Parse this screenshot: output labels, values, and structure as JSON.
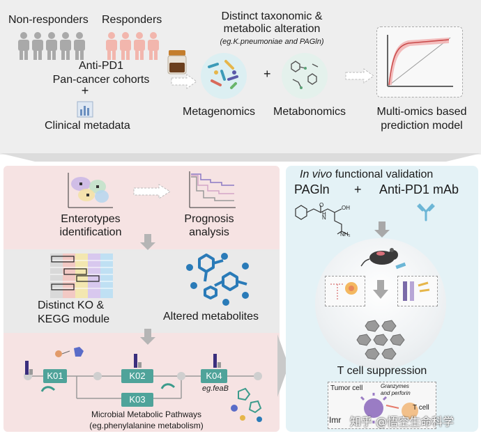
{
  "top": {
    "non_responders": "Non-responders",
    "responders": "Responders",
    "cohort_line1": "Anti-PD1",
    "cohort_line2": "Pan-cancer cohorts",
    "plus": "+",
    "clinical": "Clinical metadata",
    "distinct_line1": "Distinct taxonomic &",
    "distinct_line2": "metabolic alteration",
    "distinct_example": "(eg.K.pneumoniae and PAGln)",
    "metagenomics": "Metagenomics",
    "metabonomics": "Metabonomics",
    "model_line1": "Multi-omics based",
    "model_line2": "prediction model"
  },
  "left": {
    "enterotypes_line1": "Enterotypes",
    "enterotypes_line2": "identification",
    "prognosis_line1": "Prognosis",
    "prognosis_line2": "analysis",
    "ko_line1": "Distinct KO &",
    "ko_line2": "KEGG module",
    "altered": "Altered metabolites",
    "k01": "K01",
    "k02": "K02",
    "k03": "K03",
    "k04": "K04",
    "feab": "eg.feaB",
    "pathway_line1": "Microbial Metabolic Pathways",
    "pathway_line2": "(eg.phenylalanine metabolism)"
  },
  "right": {
    "in_vivo_italic": "In vivo",
    "in_vivo_rest": " functional validation",
    "pagln": "PAGln",
    "plus": "+",
    "anti_pd1": "Anti-PD1 mAb",
    "oh": "OH",
    "o": "O",
    "h": "H",
    "n": "N",
    "nh2": "NH₂",
    "t_cell_suppression": "T cell suppression",
    "tumor_cell": "Tumor cell",
    "granzymes": "Granzymes",
    "and_perforin": "and perforin",
    "t_cell": "T cell",
    "imm": "Imr",
    "watermark": "知乎 @悟空生命科学"
  },
  "colors": {
    "top_bg": "#eeeeee",
    "left_pink": "#f6e3e3",
    "left_gray": "#e8e8e8",
    "right_bg": "#e4f2f6",
    "teal": "#4fa39a",
    "purple": "#3b2f7d",
    "blue_icon": "#2a7bb8"
  }
}
